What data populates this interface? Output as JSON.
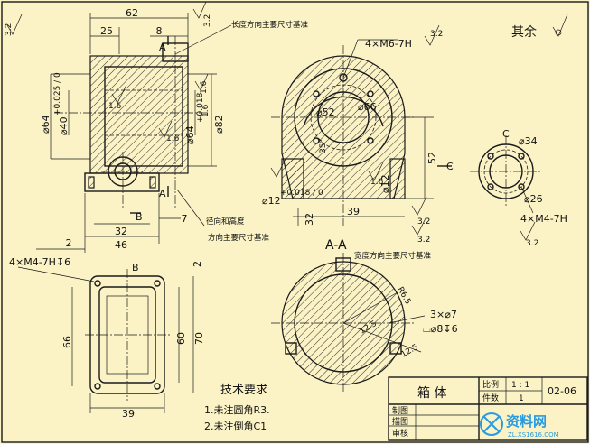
{
  "colors": {
    "paper": "#fbf3c6",
    "ink": "#1a1a1a",
    "watermark": "#2a9be0"
  },
  "front_view": {
    "dims": {
      "w62": "62",
      "w25": "25",
      "w8": "8",
      "w32": "32",
      "w46": "46",
      "w2": "2",
      "w7": "7",
      "rough32a": "3.2",
      "rough32b": "3.2",
      "d64": "⌀64",
      "d40": "⌀40",
      "d40tol": "+0.025 / 0",
      "d64b": "⌀64",
      "d64btol": "+0.018",
      "d82": "⌀82",
      "r16a": "1.6",
      "r16b": "1.6",
      "r16c": "1.6",
      "r16d": "1.6"
    },
    "sect_a": "A",
    "sect_a2": "A",
    "sect_b": "B",
    "sect_b2": "B"
  },
  "annotations": {
    "length_datum": "长度方向主要尺寸基准",
    "radial_datum": "径向和高度",
    "radial_datum2": "方向主要尺寸基准",
    "width_datum": "宽度方向主要尺寸基准",
    "rest_roughness": "其余"
  },
  "side_view": {
    "holes": "4×M6-7H",
    "rough32": "3.2",
    "d52": "⌀52",
    "d66": "⌀66",
    "angle": "35°",
    "d12": "⌀12",
    "d12tol": "+0.018 / 0",
    "d12b": "⌀12",
    "r16": "1.6",
    "w39": "39",
    "h52": "52",
    "h32": "32",
    "r32a": "3.2",
    "r32b": "3.2"
  },
  "view_c": {
    "label": "C",
    "d34": "⌀34",
    "d26": "⌀26",
    "holes": "4×M4-7H",
    "rough": "3.2"
  },
  "view_b": {
    "label": "B",
    "holes": "4×M4-7H↧6",
    "h66": "66",
    "h60": "60",
    "h70": "70",
    "w39": "39",
    "w2": "2"
  },
  "section_aa": {
    "label": "A-A",
    "r6": "R6.5",
    "slot": "3×⌀7",
    "cb": "⌴⌀8↧6",
    "r12": "12.5",
    "r12b": "12.5"
  },
  "requirements": {
    "title": "技术要求",
    "items": [
      "1.未注圆角R3.",
      "2.未注倒角C1"
    ]
  },
  "title_block": {
    "name": "箱 体",
    "scale_label": "比例",
    "scale_value": "1 : 1",
    "qty_label": "件数",
    "qty_value": "1",
    "code": "02-06",
    "rows": [
      "制图",
      "描图",
      "审核"
    ]
  },
  "watermark": {
    "text": "资料网",
    "url": "ZL.XS1616.COM"
  }
}
